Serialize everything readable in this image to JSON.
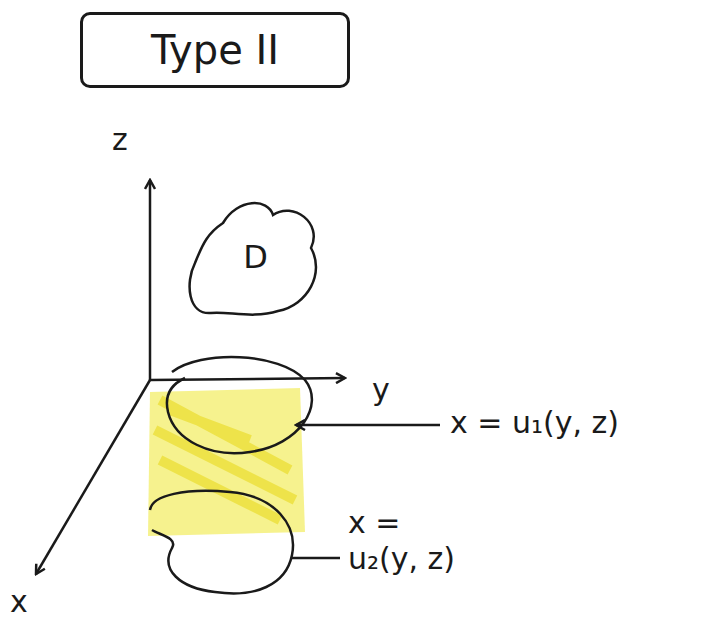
{
  "diagram": {
    "nodes": [
      {
        "text": [
          "Type II"
        ]
      },
      {
        "text": [
          "D"
        ]
      }
    ],
    "labels": [
      "z",
      "y",
      "x",
      "x = u₁(y, z)",
      "x = u₂(y, z)"
    ]
  }
}
